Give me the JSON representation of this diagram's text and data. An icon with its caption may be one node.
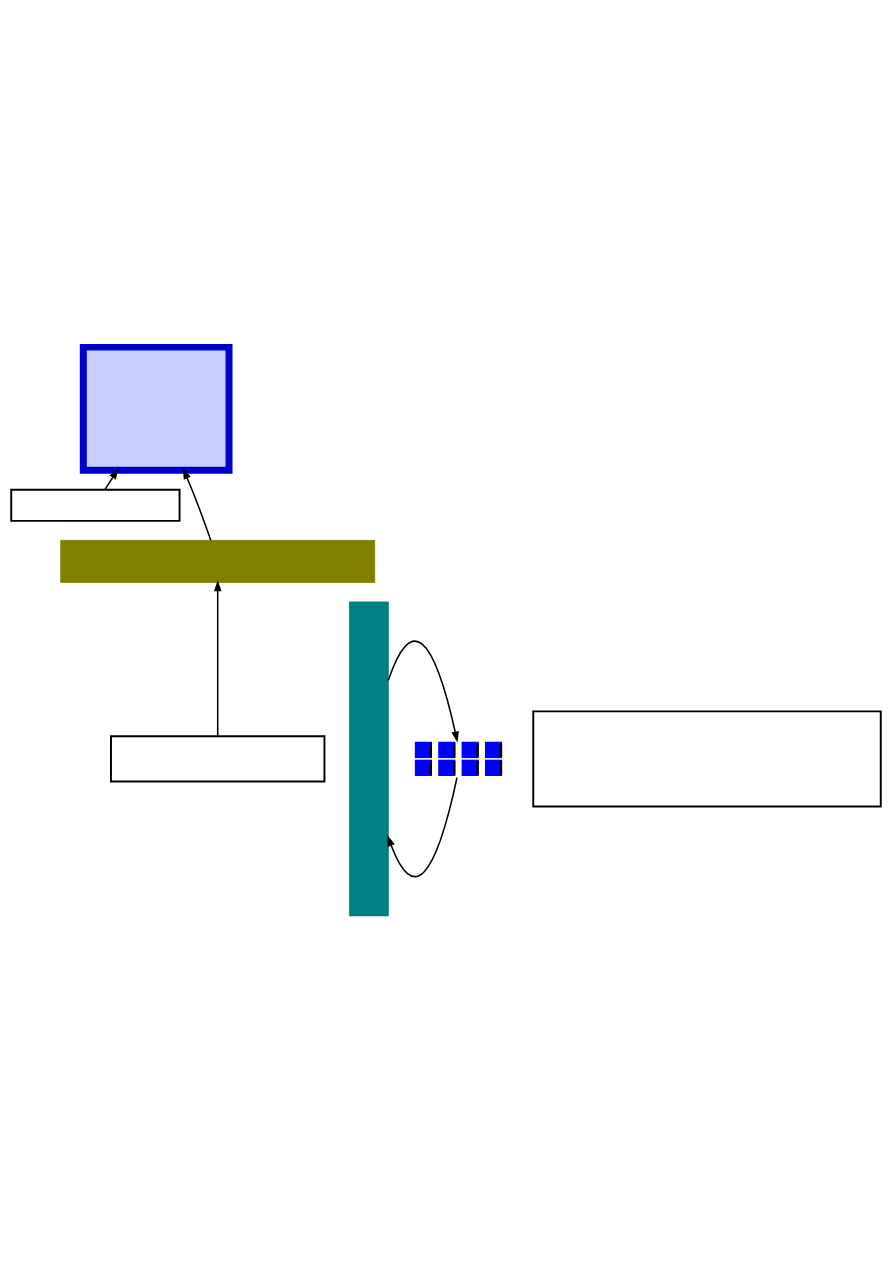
{
  "diagram": {
    "nodes": [
      {
        "text": [],
        "shape": "box"
      },
      {
        "text": [],
        "shape": "box"
      },
      {
        "text": [],
        "shape": "bar"
      },
      {
        "text": [],
        "shape": "box"
      },
      {
        "text": [],
        "shape": "bar"
      },
      {
        "text": [],
        "shape": "box"
      },
      {
        "text": [],
        "shape": "picture"
      }
    ],
    "edges": [
      {
        "from": 1,
        "to": 0,
        "arrow": "to"
      },
      {
        "from": 2,
        "to": 0,
        "arrow": "to"
      },
      {
        "from": 3,
        "to": 2,
        "arrow": "to"
      },
      {
        "from": 4,
        "to": 6,
        "arrow": "to"
      },
      {
        "from": 6,
        "to": 4,
        "arrow": "to"
      }
    ]
  }
}
